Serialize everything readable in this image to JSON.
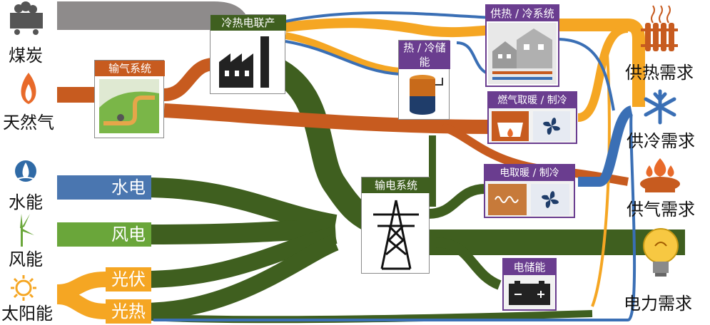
{
  "sources": {
    "coal": "煤炭",
    "gas": "天然气",
    "hydro": "水能",
    "wind": "风能",
    "solar": "太阳能"
  },
  "generation": {
    "hydro_power": "水电",
    "wind_power": "风电",
    "pv": "光伏",
    "solar_thermal": "光热"
  },
  "nodes": {
    "cchp": "冷热电联产",
    "gas_system": "输气系统",
    "thermal_storage": "热 / 冷储能",
    "heating_cooling_system": "供热 / 冷系统",
    "gas_hvac": "燃气取暖 / 制冷",
    "power_grid": "输电系统",
    "electric_hvac": "电取暖 / 制冷",
    "battery": "电储能"
  },
  "demands": {
    "heat": "供热需求",
    "cold": "供冷需求",
    "gas": "供气需求",
    "power": "电力需求"
  },
  "colors": {
    "coal": "#8e8b8b",
    "gas": "#c75b1f",
    "electric": "#3f5f1f",
    "heat": "#f5a623",
    "cold": "#3a6fb5",
    "hydro": "#4a76b0",
    "wind": "#6aa63a",
    "node_purple": "#6a3d8f"
  }
}
